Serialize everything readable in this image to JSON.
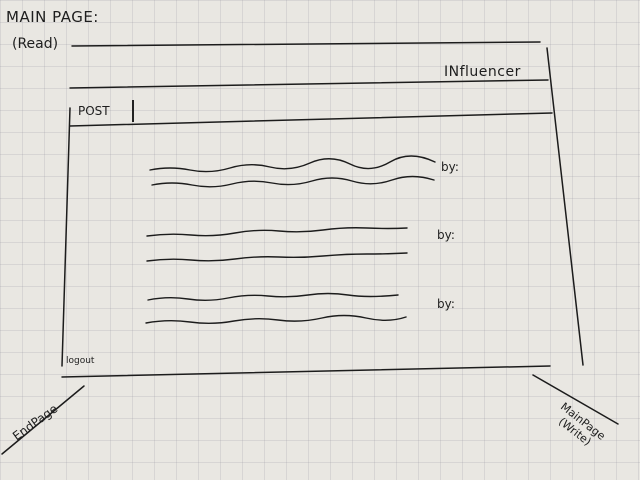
{
  "header": {
    "title": "MAIN PAGE:",
    "subtitle": "(Read)",
    "brand": "INfluencer"
  },
  "post_tab": {
    "label": "POST"
  },
  "feed": {
    "items": [
      {
        "by_label": "by:"
      },
      {
        "by_label": "by:"
      },
      {
        "by_label": "by:"
      }
    ]
  },
  "footer": {
    "logout_label": "logout"
  },
  "navigation": {
    "left_arrow_label": "EndPage",
    "right_arrow_label_line1": "MainPage",
    "right_arrow_label_line2": "(Write)"
  }
}
